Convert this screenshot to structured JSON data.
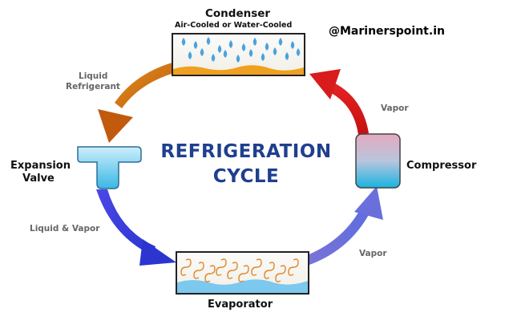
{
  "watermark": "@Marinerspoint.in",
  "title": {
    "line1": "REFRIGERATION",
    "line2": "CYCLE"
  },
  "components": {
    "condenser": {
      "name": "Condenser",
      "subtitle": "Air-Cooled or Water-Cooled"
    },
    "compressor": {
      "name": "Compressor"
    },
    "evaporator": {
      "name": "Evaporator"
    },
    "expansion_valve": {
      "name_line1": "Expansion",
      "name_line2": "Valve"
    }
  },
  "flow_labels": {
    "condenser_to_valve": {
      "line1": "Liquid",
      "line2": "Refrigerant"
    },
    "valve_to_evaporator": "Liquid & Vapor",
    "evaporator_to_compressor": "Vapor",
    "compressor_to_condenser": "Vapor"
  },
  "colors": {
    "title": "#1f3f8f",
    "arrow_condenser_to_valve": "#c8650e",
    "arrow_valve_to_evaporator": "#3a3fd9",
    "arrow_evaporator_to_compressor": "#6a72d8",
    "arrow_compressor_to_condenser": "#d81b1b",
    "water_drop": "#4aa3dd",
    "heat_wave": "#e0872a"
  }
}
